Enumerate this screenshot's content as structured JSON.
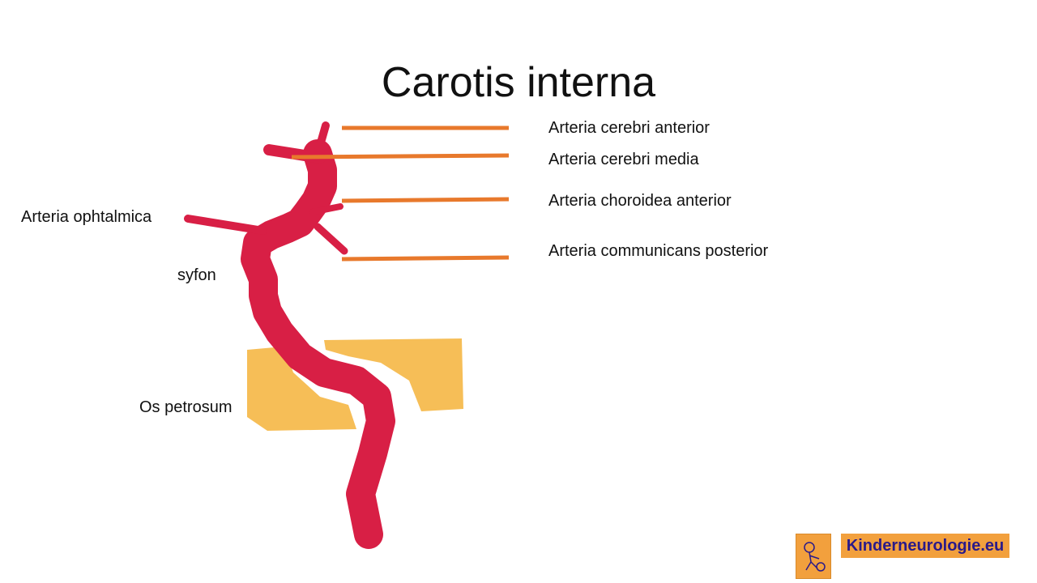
{
  "slide": {
    "title": "Carotis interna"
  },
  "labels": {
    "right": [
      "Arteria cerebri anterior",
      "Arteria cerebri media",
      "Arteria choroidea anterior",
      "Arteria communicans posterior"
    ],
    "left": {
      "ophtalmica": "Arteria ophtalmica",
      "syfon": "syfon",
      "petrosum": "Os petrosum"
    }
  },
  "brand": {
    "text": "Kinderneurologie.eu"
  },
  "colors": {
    "artery": "#d81f45",
    "bone": "#f5b33a",
    "leader": "#e8792c",
    "brand_bg": "#f2a03d",
    "brand_text": "#2a1a8a"
  }
}
